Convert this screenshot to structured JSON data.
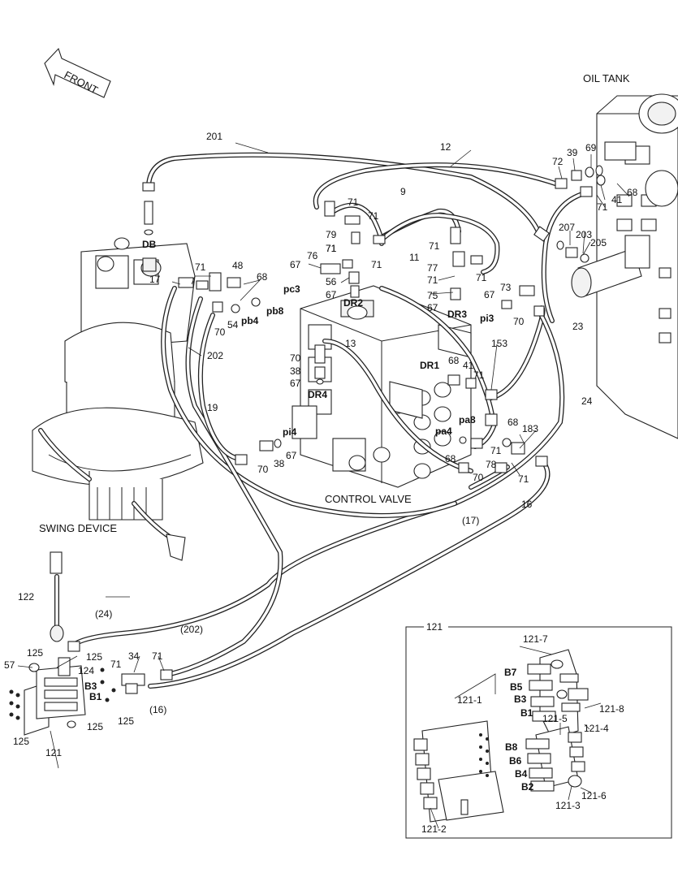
{
  "captions": {
    "front": "FRONT",
    "oil_tank": "OIL TANK",
    "control_valve": "CONTROL VALVE",
    "swing_device": "SWING DEVICE"
  },
  "port_labels": {
    "db": "DB",
    "pc3": "pc3",
    "pb8": "pb8",
    "pb4": "pb4",
    "dr2": "DR2",
    "dr3": "DR3",
    "pi3": "pi3",
    "dr1": "DR1",
    "dr4": "DR4",
    "pa8": "pa8",
    "pa4": "pa4",
    "pi4": "pi4",
    "b3_left": "B3",
    "b1_left": "B1"
  },
  "part_numbers": {
    "p201": "201",
    "p12": "12",
    "p72": "72",
    "p39": "39",
    "p69": "69",
    "p68_tank": "68",
    "p41_tank": "41",
    "p71_tank": "71",
    "p207": "207",
    "p203": "203",
    "p205": "205",
    "p9": "9",
    "p71_a": "71",
    "p71_b": "71",
    "p79": "79",
    "p71_c": "71",
    "p11": "11",
    "p71_d": "71",
    "p77": "77",
    "p71_e": "71",
    "p71_f": "71",
    "p75": "75",
    "p67_a": "67",
    "p67_b": "67",
    "p73": "73",
    "p70_a": "70",
    "p23": "23",
    "p67_c": "67",
    "p76": "76",
    "p71_g": "71",
    "p56": "56",
    "p67_d": "67",
    "p71_h": "71",
    "p48": "48",
    "p68_a": "68",
    "p17": "17",
    "p54": "54",
    "p70_b": "70",
    "p202": "202",
    "p13": "13",
    "p70_c": "70",
    "p38_a": "38",
    "p67_e": "67",
    "p153": "153",
    "p68_b": "68",
    "p41_b": "41",
    "p71_i": "71",
    "p24": "24",
    "p19": "19",
    "p68_c": "68",
    "p183": "183",
    "p71_j": "71",
    "p78": "78",
    "p71_k": "71",
    "p68_d": "68",
    "p70_d": "70",
    "p70_e": "70",
    "p38_b": "38",
    "p67_f": "67",
    "p17_paren": "(17)",
    "p16": "16",
    "p122": "122",
    "p24_paren": "(24)",
    "p202_paren": "(202)",
    "p125_a": "125",
    "p125_b": "125",
    "p71_l": "71",
    "p34": "34",
    "p71_m": "71",
    "p57": "57",
    "p124": "124",
    "p125_c": "125",
    "p16_paren": "(16)",
    "p125_d": "125",
    "p125_e": "125",
    "p121": "121"
  },
  "inset": {
    "title": "121",
    "p121_7": "121-7",
    "p121_1": "121-1",
    "p121_8": "121-8",
    "p121_5": "121-5",
    "p121_4": "121-4",
    "p121_6": "121-6",
    "p121_3": "121-3",
    "p121_2": "121-2",
    "b7": "B7",
    "b5": "B5",
    "b3": "B3",
    "b1": "B1",
    "b8": "B8",
    "b6": "B6",
    "b4": "B4",
    "b2": "B2"
  }
}
